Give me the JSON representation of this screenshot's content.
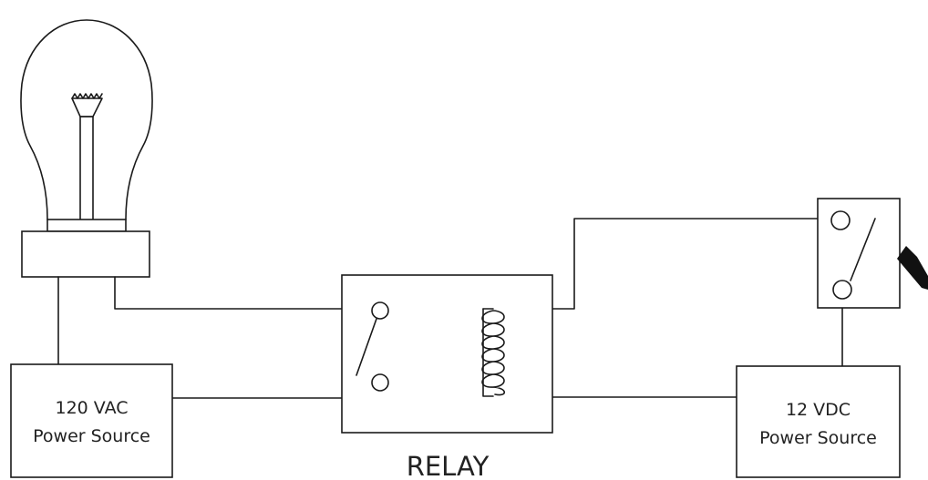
{
  "source_120vac": {
    "line1": "120 VAC",
    "line2": "Power Source"
  },
  "source_12vdc": {
    "line1": "12 VDC",
    "line2": "Power Source"
  },
  "relay": {
    "label": "RELAY"
  },
  "components": {
    "lamp_icon": "light-bulb-icon",
    "relay_switch_icon": "switch-contact-icon",
    "relay_coil_icon": "relay-coil-icon",
    "control_switch_icon": "toggle-switch-icon"
  },
  "colors": {
    "line": "#1a1a1a",
    "background": "#ffffff",
    "text": "#222222"
  }
}
